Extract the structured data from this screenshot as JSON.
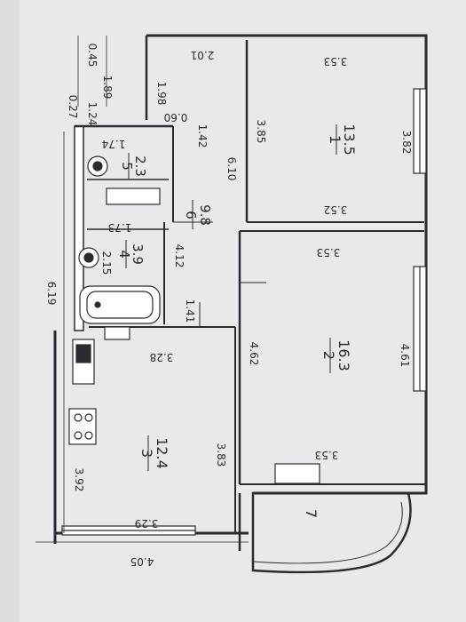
{
  "rooms": {
    "r1": {
      "number": "1",
      "area": "13.5"
    },
    "r2": {
      "number": "2",
      "area": "16.3"
    },
    "r3": {
      "number": "3",
      "area": "12.4"
    },
    "r4": {
      "number": "4",
      "area": "3.9"
    },
    "r5": {
      "number": "5",
      "area": "2.3"
    },
    "r6": {
      "number": "6",
      "area": "9.8"
    },
    "r7": {
      "number": "7"
    }
  },
  "dimensions": {
    "d_2_01": "2.01",
    "d_3_53_a": "3.53",
    "d_1_98": "1.98",
    "d_0_60": "0.60",
    "d_1_42": "1.42",
    "d_3_85": "3.85",
    "d_3_82": "3.82",
    "d_6_10": "6.10",
    "d_3_52": "3.52",
    "d_1_74": "1.74",
    "d_1_73": "1.73",
    "d_2_15": "2.15",
    "d_4_12": "4.12",
    "d_3_53_b": "3.53",
    "d_1_41": "1.41",
    "d_3_28": "3.28",
    "d_4_62": "4.62",
    "d_4_61": "4.61",
    "d_3_53_c": "3.53",
    "d_3_83": "3.83",
    "d_3_92": "3.92",
    "d_3_29": "3.29",
    "d_4_05": "4.05",
    "d_0_45": "0.45",
    "d_1_89": "1.89",
    "d_0_27": "0.27",
    "d_1_24": "1.24",
    "d_6_19": "6.19"
  }
}
